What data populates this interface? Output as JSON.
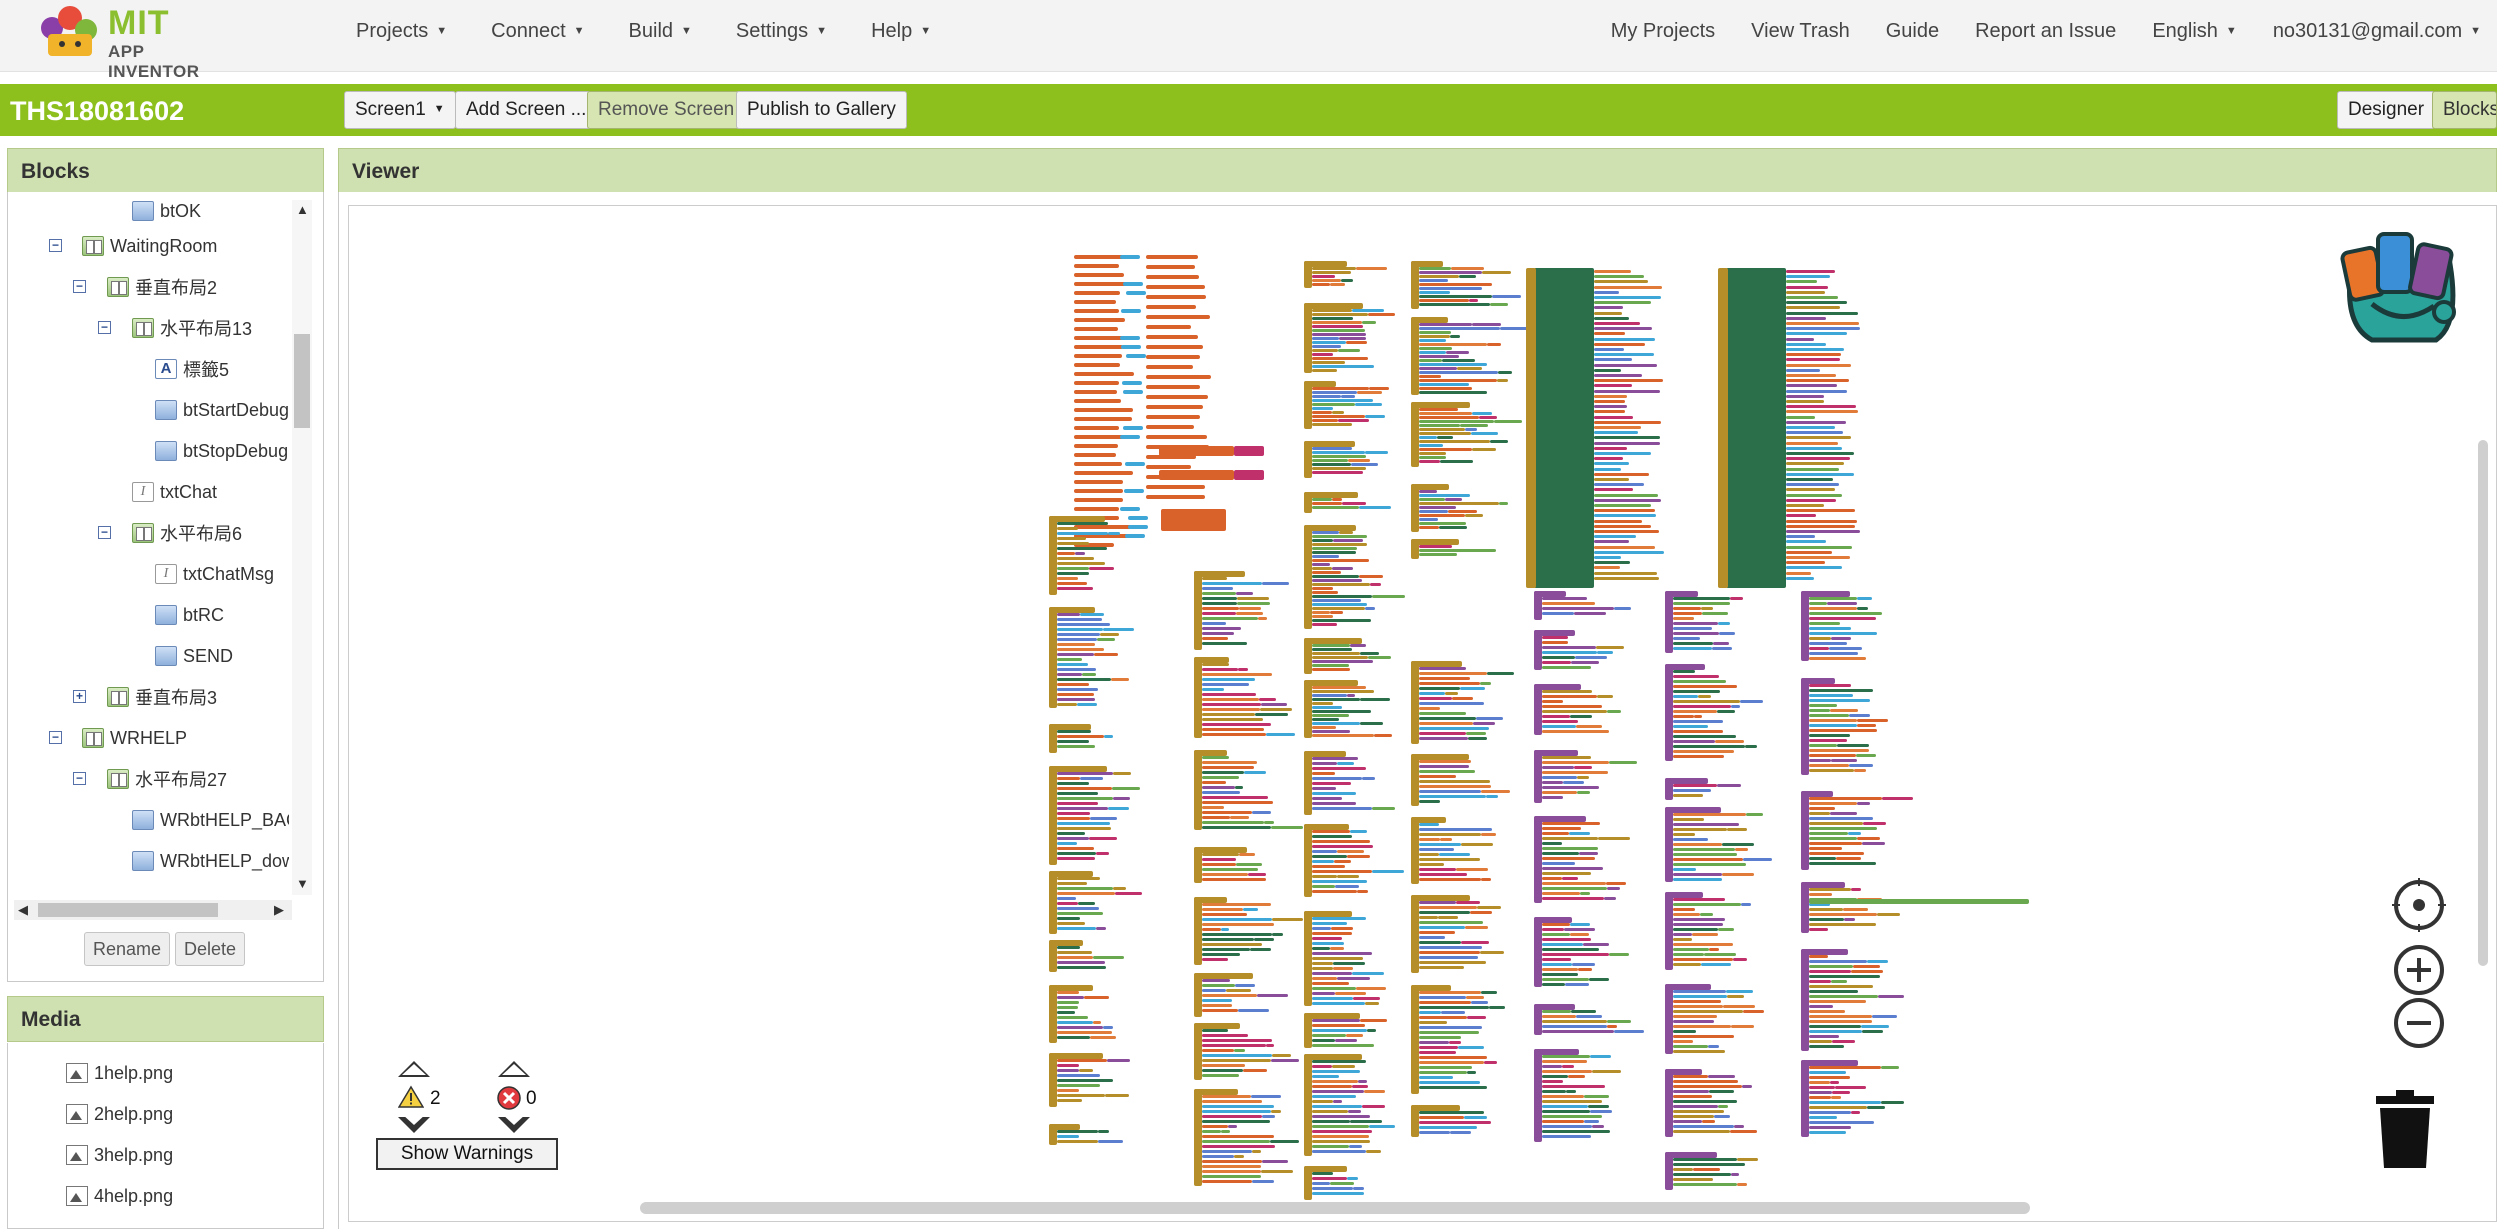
{
  "app": {
    "logo_line1": "MIT",
    "logo_line2": "APP INVENTOR"
  },
  "nav": {
    "left": [
      "Projects",
      "Connect",
      "Build",
      "Settings",
      "Help"
    ],
    "right": [
      {
        "label": "My Projects",
        "dropdown": false
      },
      {
        "label": "View Trash",
        "dropdown": false
      },
      {
        "label": "Guide",
        "dropdown": false
      },
      {
        "label": "Report an Issue",
        "dropdown": false
      },
      {
        "label": "English",
        "dropdown": true
      },
      {
        "label": "no30131@gmail.com",
        "dropdown": true
      }
    ]
  },
  "project": {
    "name": "THS18081602",
    "screen_select": "Screen1",
    "add_screen": "Add Screen ...",
    "remove_screen": "Remove Screen",
    "publish": "Publish to Gallery",
    "designer": "Designer",
    "blocks": "Blocks"
  },
  "blocks_panel": {
    "title": "Blocks",
    "tree": [
      {
        "label": "btOK",
        "icon": "button-icon",
        "toggle": ""
      },
      {
        "label": "WaitingRoom",
        "icon": "horizontal-arrangement-icon",
        "toggle": "⊟"
      },
      {
        "label": "垂直布局2",
        "icon": "vertical-arrangement-icon",
        "toggle": "⊟"
      },
      {
        "label": "水平布局13",
        "icon": "horizontal-arrangement-icon",
        "toggle": "⊟"
      },
      {
        "label": "標籤5",
        "icon": "label-icon",
        "toggle": ""
      },
      {
        "label": "btStartDebug",
        "icon": "button-icon",
        "toggle": ""
      },
      {
        "label": "btStopDebug",
        "icon": "button-icon",
        "toggle": ""
      },
      {
        "label": "txtChat",
        "icon": "textbox-icon",
        "toggle": ""
      },
      {
        "label": "水平布局6",
        "icon": "horizontal-arrangement-icon",
        "toggle": "⊟"
      },
      {
        "label": "txtChatMsg",
        "icon": "textbox-icon",
        "toggle": ""
      },
      {
        "label": "btRC",
        "icon": "button-icon",
        "toggle": ""
      },
      {
        "label": "SEND",
        "icon": "button-icon",
        "toggle": ""
      },
      {
        "label": "垂直布局3",
        "icon": "vertical-arrangement-icon",
        "toggle": "⊞"
      },
      {
        "label": "WRHELP",
        "icon": "vertical-arrangement-icon",
        "toggle": "⊟"
      },
      {
        "label": "水平布局27",
        "icon": "horizontal-arrangement-icon",
        "toggle": "⊟"
      },
      {
        "label": "WRbtHELP_BACK",
        "icon": "button-icon",
        "toggle": ""
      },
      {
        "label": "WRbtHELP_down",
        "icon": "button-icon",
        "toggle": ""
      }
    ],
    "rename": "Rename",
    "delete": "Delete"
  },
  "media_panel": {
    "title": "Media",
    "items": [
      "1help.png",
      "2help.png",
      "3help.png",
      "4help.png"
    ]
  },
  "viewer": {
    "title": "Viewer",
    "warnings_count": "2",
    "errors_count": "0",
    "show_warnings": "Show Warnings"
  },
  "colors": {
    "accent_green": "#8dc01c",
    "panel_head": "#cfe1b0",
    "block_palette": [
      "#b58e2a",
      "#d9622a",
      "#2a6e4a",
      "#8a4d9a",
      "#3fa6d8",
      "#c0306a",
      "#6aa84f",
      "#e07b39",
      "#5b7fce"
    ]
  }
}
